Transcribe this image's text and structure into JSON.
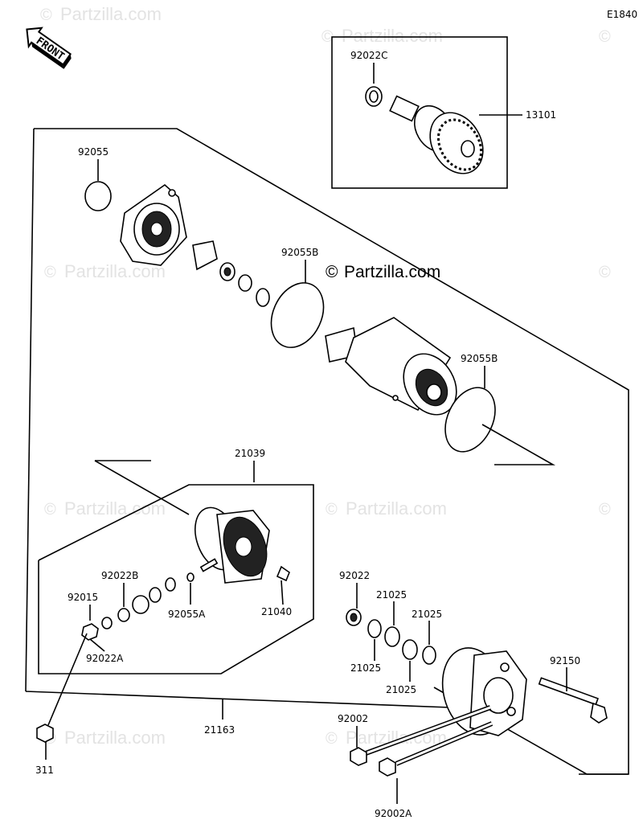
{
  "diagram": {
    "code": "E1840",
    "front_label": "FRONT",
    "watermark": "Partzilla.com",
    "watermark_symbol": "©",
    "parts": {
      "p92022C": "92022C",
      "p13101": "13101",
      "p92055": "92055",
      "p92055B_1": "92055B",
      "p92055B_2": "92055B",
      "p21039": "21039",
      "p92022B": "92022B",
      "p92015": "92015",
      "p92055A": "92055A",
      "p21040": "21040",
      "p92022A": "92022A",
      "p92022": "92022",
      "p21025_a": "21025",
      "p21025_b": "21025",
      "p21025_c": "21025",
      "p21025_d": "21025",
      "p92150": "92150",
      "p21163": "21163",
      "p92002": "92002",
      "p92002A": "92002A",
      "p311": "311"
    }
  }
}
